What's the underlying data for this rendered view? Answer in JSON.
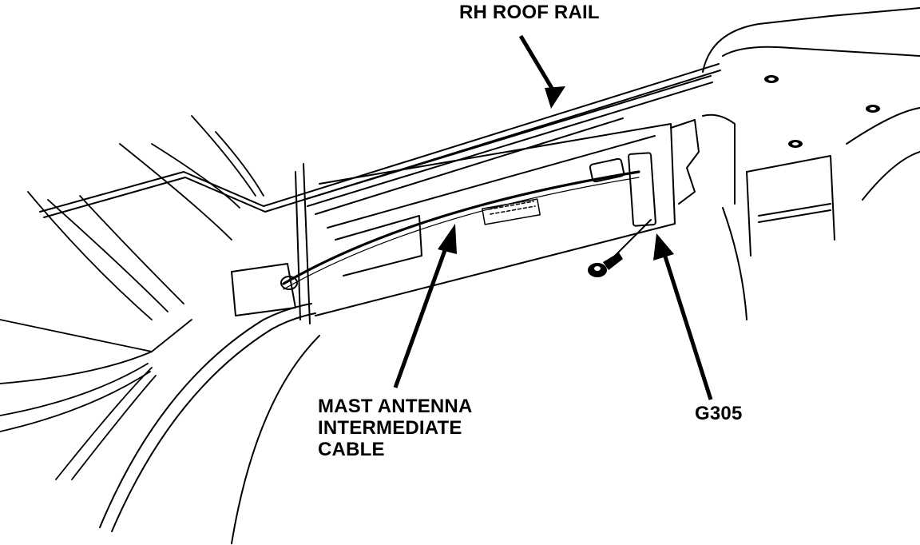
{
  "labels": {
    "roof_rail": "RH ROOF RAIL",
    "cable_line1": "MAST ANTENNA",
    "cable_line2": "INTERMEDIATE",
    "cable_line3": "CABLE",
    "ground": "G305"
  }
}
